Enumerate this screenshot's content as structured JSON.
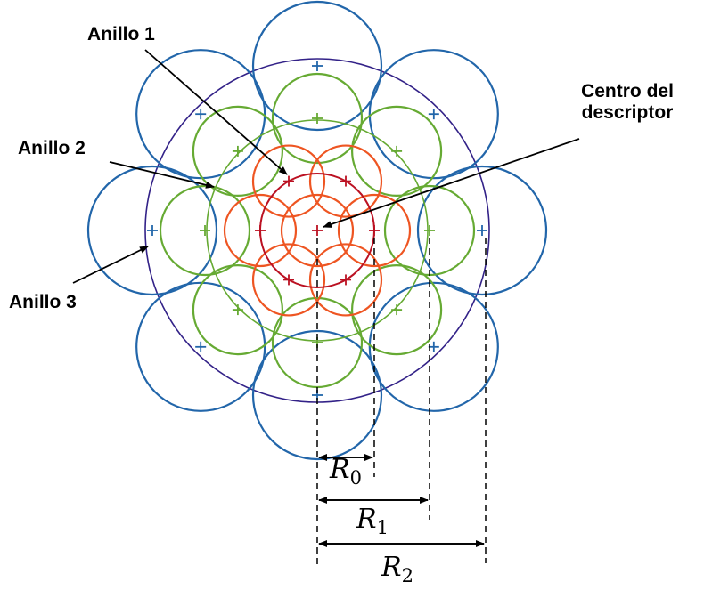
{
  "labels": {
    "anillo1": "Anillo 1",
    "anillo2": "Anillo 2",
    "anillo3": "Anillo 3",
    "centro_line1": "Centro del",
    "centro_line2": "descriptor"
  },
  "radii": [
    {
      "symbol": "R",
      "sub": "0"
    },
    {
      "symbol": "R",
      "sub": "1"
    },
    {
      "symbol": "R",
      "sub": "2"
    }
  ],
  "colors": {
    "ring0": "#ee5522",
    "ring0_outline": "#bb1122",
    "ring1": "#66aa33",
    "ring2": "#2266aa",
    "outer_boundary": "#332288",
    "axis": "#000000"
  },
  "ring_counts": [
    6,
    8,
    8
  ]
}
